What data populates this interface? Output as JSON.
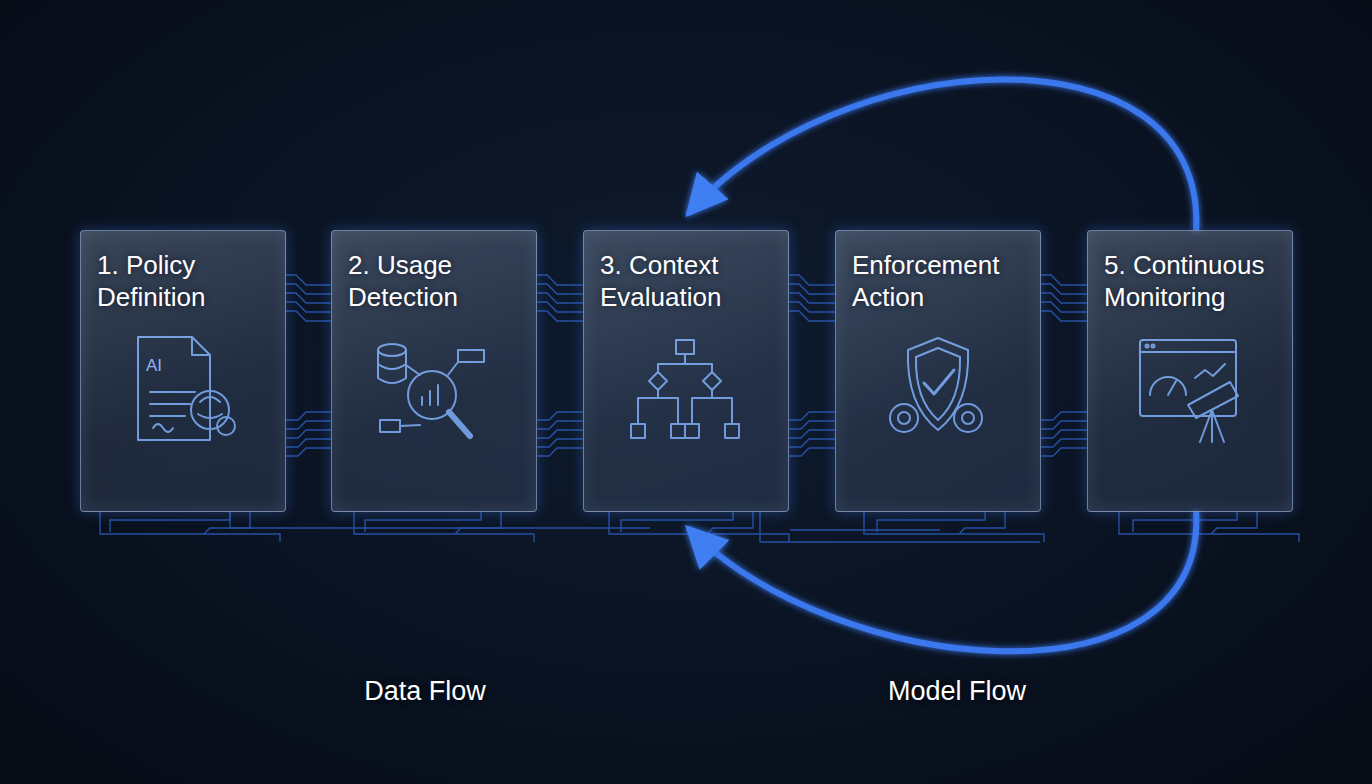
{
  "diagram": {
    "nodes": [
      {
        "text": [
          "1. Policy Definition"
        ]
      },
      {
        "text": [
          "2. Usage Detection"
        ]
      },
      {
        "text": [
          "3. Context Evaluation"
        ]
      },
      {
        "text": [
          "Enforcement Action"
        ]
      },
      {
        "text": [
          "5. Continuous Monitoring"
        ]
      }
    ],
    "edges": [
      {
        "from": 0,
        "to": 1,
        "arrow": "to"
      },
      {
        "from": 1,
        "to": 2,
        "arrow": "to"
      },
      {
        "from": 2,
        "to": 3,
        "arrow": "to"
      },
      {
        "from": 3,
        "to": 4,
        "arrow": "to"
      },
      {
        "from": 4,
        "to": 2,
        "arrow": "to"
      },
      {
        "from": 4,
        "to": 2,
        "arrow": "to"
      }
    ],
    "labels": [
      "AI",
      "Data Flow",
      "Model Flow"
    ]
  }
}
